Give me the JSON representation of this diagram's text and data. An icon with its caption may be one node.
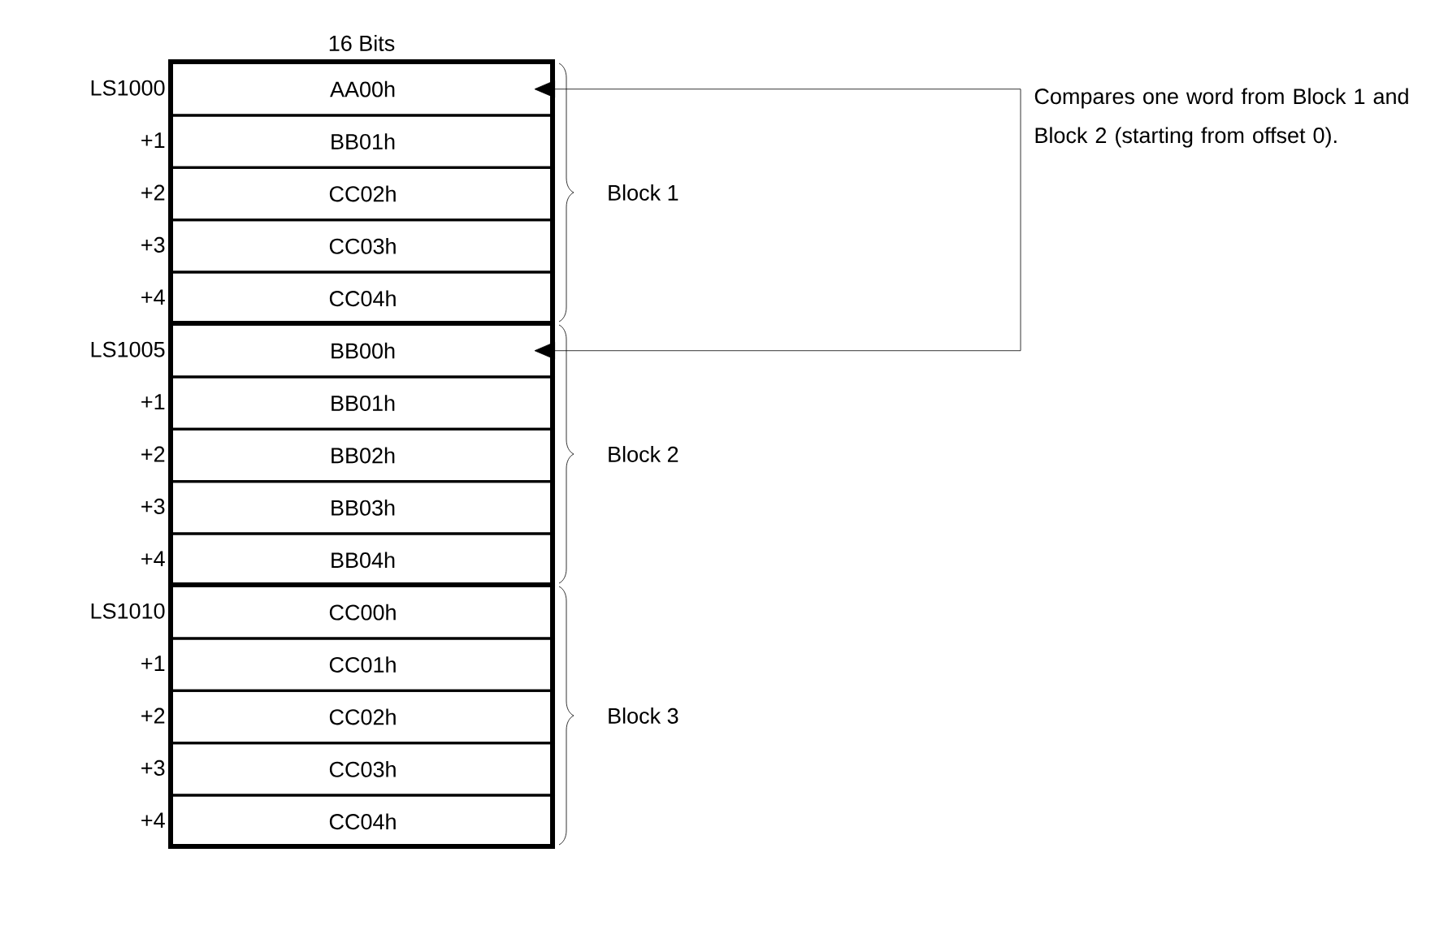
{
  "diagram": {
    "title": "16 Bits",
    "nodes": [
      {
        "text": [
          "AA00h"
        ],
        "beside": [
          "LS1000"
        ]
      },
      {
        "text": [
          "BB01h"
        ],
        "beside": [
          "+1"
        ]
      },
      {
        "text": [
          "CC02h"
        ],
        "beside": [
          "+2"
        ]
      },
      {
        "text": [
          "CC03h"
        ],
        "beside": [
          "+3"
        ]
      },
      {
        "text": [
          "CC04h"
        ],
        "beside": [
          "+4"
        ]
      },
      {
        "text": [
          "BB00h"
        ],
        "beside": [
          "LS1005"
        ]
      },
      {
        "text": [
          "BB01h"
        ],
        "beside": [
          "+1"
        ]
      },
      {
        "text": [
          "BB02h"
        ],
        "beside": [
          "+2"
        ]
      },
      {
        "text": [
          "BB03h"
        ],
        "beside": [
          "+3"
        ]
      },
      {
        "text": [
          "BB04h"
        ],
        "beside": [
          "+4"
        ]
      },
      {
        "text": [
          "CC00h"
        ],
        "beside": [
          "LS1010"
        ]
      },
      {
        "text": [
          "CC01h"
        ],
        "beside": [
          "+1"
        ]
      },
      {
        "text": [
          "CC02h"
        ],
        "beside": [
          "+2"
        ]
      },
      {
        "text": [
          "CC03h"
        ],
        "beside": [
          "+3"
        ]
      },
      {
        "text": [
          "CC04h"
        ],
        "beside": [
          "+4"
        ]
      },
      {
        "text": [
          "Compares one word from Block 1 and Block 2 (starting from offset 0)."
        ]
      }
    ],
    "edges": [
      {
        "from": 15,
        "to": 0,
        "arrow": "to"
      },
      {
        "from": 15,
        "to": 5,
        "arrow": "to"
      }
    ],
    "labels": [
      "Block 1",
      "Block 2",
      "Block 3"
    ]
  }
}
